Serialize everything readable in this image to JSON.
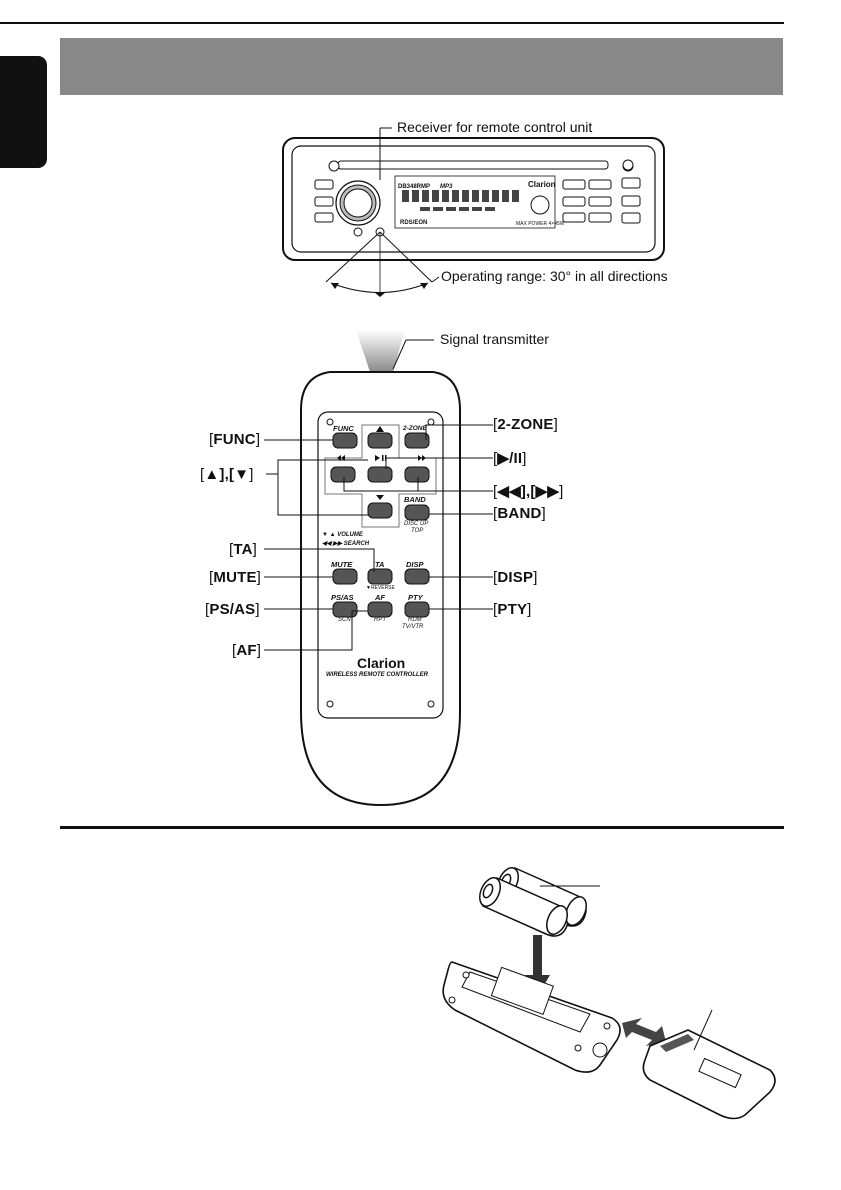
{
  "labels": {
    "receiver": "Receiver for remote control unit",
    "operating_range": "Operating range: 30° in all directions",
    "signal_transmitter": "Signal transmitter"
  },
  "button_labels": {
    "func": "FUNC",
    "up_down": "▲],[▼",
    "ta": "TA",
    "mute": "MUTE",
    "ps_as": "PS/AS",
    "af": "AF",
    "two_zone": "2-ZONE",
    "play_pause": "▶/II",
    "rew_ff": "◀◀],[▶▶",
    "band": "BAND",
    "disp": "DISP",
    "pty": "PTY"
  },
  "remote": {
    "brand": "Clarion",
    "model_text": "WIRELESS REMOTE CONTROLLER",
    "volume_text": "▼ ▲ VOLUME",
    "search_text": "◀◀ ▶▶ SEARCH",
    "btn_func": "FUNC",
    "btn_2zone": "2-ZONE",
    "btn_band": "BAND",
    "disc_up": "DISC UP",
    "top": "TOP",
    "btn_mute": "MUTE",
    "btn_ta": "TA",
    "reverse": "▼REVERSE",
    "btn_disp": "DISP",
    "btn_psas": "PS/AS",
    "scn": "SCN",
    "btn_af": "AF",
    "rpt": "RPT",
    "btn_pty": "PTY",
    "rdm": "RDM",
    "tv_vtr": "TV/VTR"
  },
  "head_unit": {
    "model": "DB348RMP",
    "format": "MP3",
    "brand": "Clarion",
    "rds": "RDS/EON",
    "power": "MAX POWER 4×45W"
  },
  "colors": {
    "header_bar": "#888888",
    "ink": "#111111",
    "button_fill": "#555555"
  }
}
